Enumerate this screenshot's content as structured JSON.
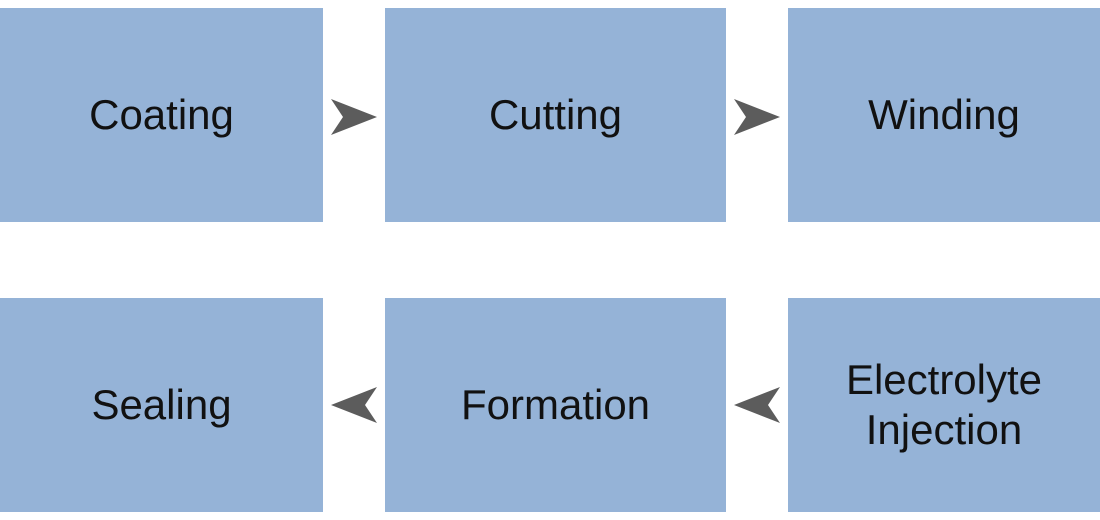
{
  "diagram": {
    "colors": {
      "box_fill": "#95b3d7",
      "arrow_fill": "#5c5c5c",
      "text": "#111111"
    },
    "steps": [
      {
        "label": "Coating"
      },
      {
        "label": "Cutting"
      },
      {
        "label": "Winding"
      },
      {
        "label": "Electrolyte\nInjection"
      },
      {
        "label": "Formation"
      },
      {
        "label": "Sealing"
      }
    ],
    "arrows": [
      {
        "from": "Coating",
        "to": "Cutting",
        "direction": "right"
      },
      {
        "from": "Cutting",
        "to": "Winding",
        "direction": "right"
      },
      {
        "from": "Electrolyte Injection",
        "to": "Formation",
        "direction": "left"
      },
      {
        "from": "Formation",
        "to": "Sealing",
        "direction": "left"
      }
    ]
  }
}
